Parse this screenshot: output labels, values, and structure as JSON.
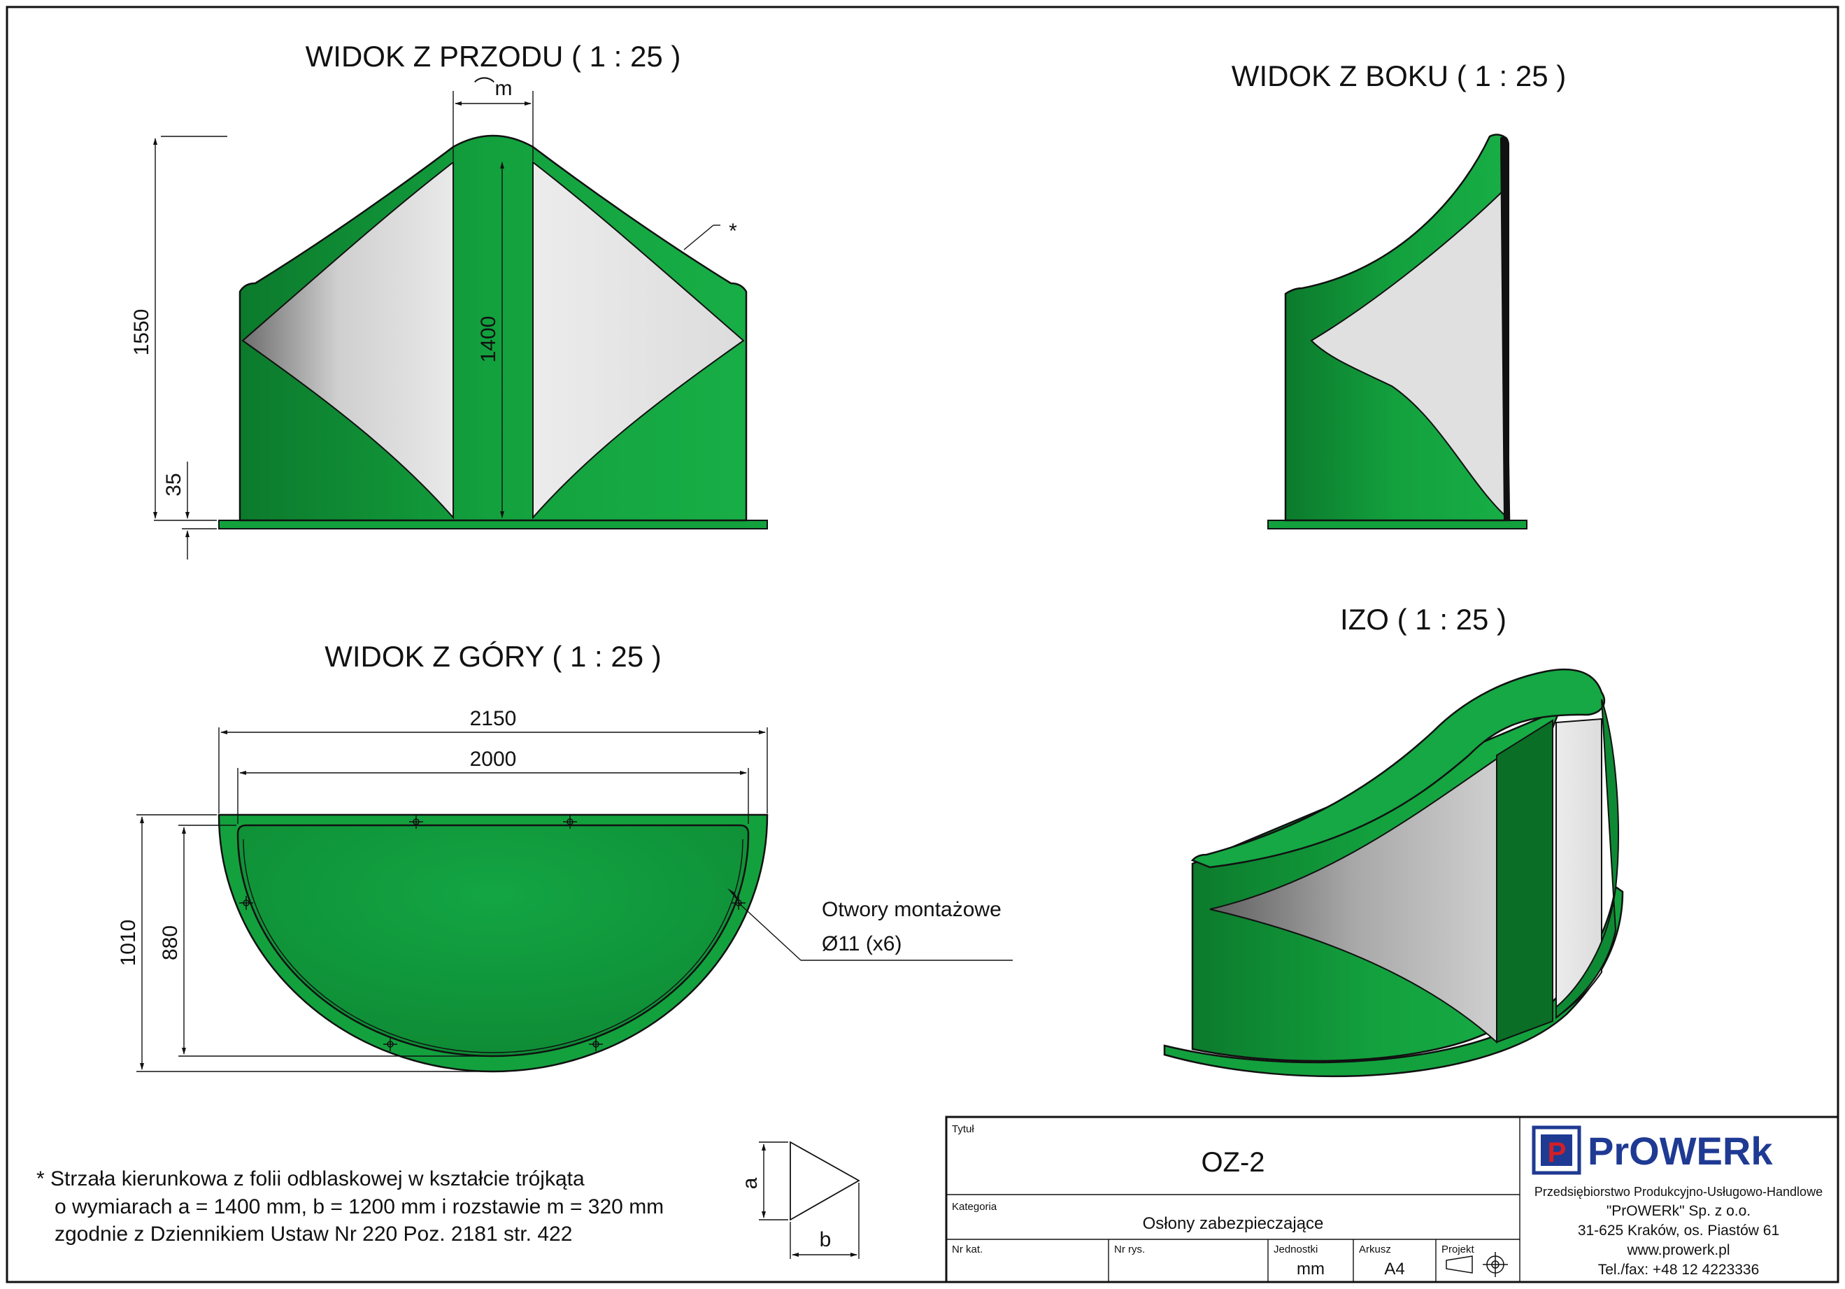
{
  "views": {
    "front": "WIDOK Z PRZODU ( 1 : 25 )",
    "side": "WIDOK Z BOKU ( 1 : 25 )",
    "top": "WIDOK Z GÓRY ( 1 : 25 )",
    "iso": "IZO ( 1 : 25 )"
  },
  "dimensions": {
    "height_total": "1550",
    "height_panel": "1400",
    "base": "35",
    "spacing": "⌒m",
    "star": "*",
    "width_outer": "2150",
    "width_inner": "2000",
    "depth_outer": "1010",
    "depth_inner": "880"
  },
  "callout": {
    "line1": "Otwory montażowe",
    "line2": "Ø11 (x6)"
  },
  "note": {
    "line1": "* Strzała kierunkowa z folii odblaskowej w kształcie trójkąta",
    "line2": "o wymiarach a = 1400 mm, b = 1200 mm i rozstawie m = 320 mm",
    "line3": "zgodnie z Dziennikiem Ustaw Nr 220 Poz. 2181 str. 422"
  },
  "triangle": {
    "a": "a",
    "b": "b"
  },
  "titleblock": {
    "title_label": "Tytuł",
    "title": "OZ-2",
    "category_label": "Kategoria",
    "category": "Osłony zabezpieczające",
    "catno_label": "Nr kat.",
    "drawno_label": "Nr rys.",
    "unit_label": "Jednostki",
    "unit": "mm",
    "sheet_label": "Arkusz",
    "sheet": "A4",
    "project_label": "Projekt"
  },
  "company": {
    "logo_text": "PrOWERk",
    "logo_letter": "P",
    "line1": "Przedsiębiorstwo Produkcyjno-Usługowo-Handlowe",
    "line2": "\"PrOWERk\" Sp. z o.o.",
    "line3": "31-625 Kraków, os. Piastów 61",
    "line4": "www.prowerk.pl",
    "line5": "Tel./fax: +48 12 4223336"
  },
  "colors": {
    "green": "#13a13e",
    "green_dark": "#0b6e26",
    "grey_panel": "#d6d6d6",
    "logo_blue": "#1f3a93",
    "logo_red": "#d21f26"
  }
}
